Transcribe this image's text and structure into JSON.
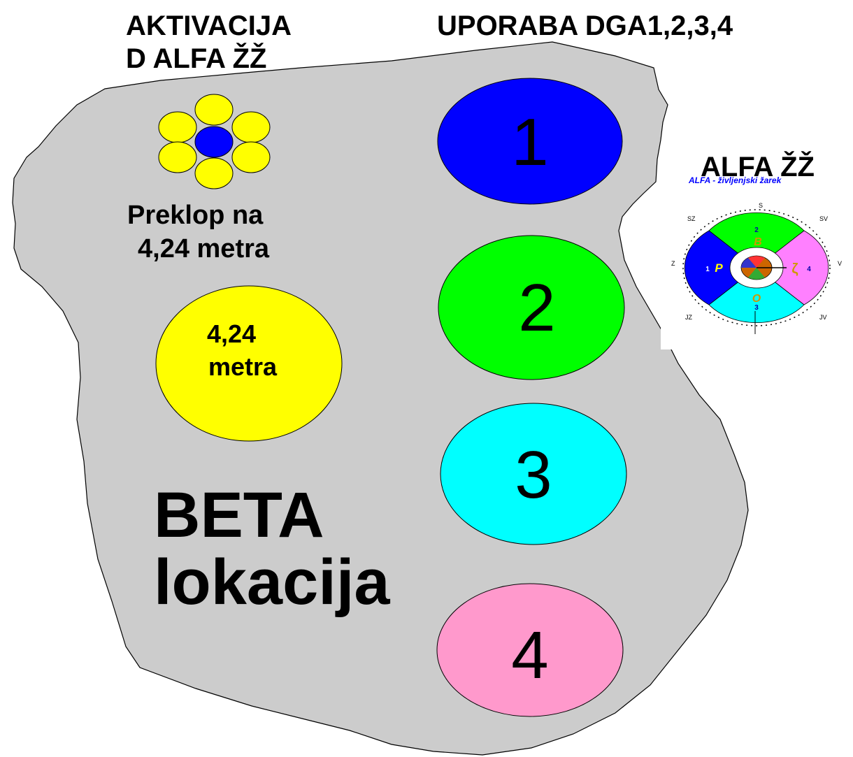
{
  "header": {
    "left_title_line1": "AKTIVACIJA",
    "left_title_line2": "D ALFA ŽŽ",
    "right_title": "UPORABA DGA1,2,3,4"
  },
  "flower": {
    "petal_color": "#ffff00",
    "center_color": "#0000ff"
  },
  "overlap": {
    "line1": "Preklop na",
    "line2": "4,24 metra"
  },
  "yellow_circle": {
    "line1": "4,24",
    "line2": "metra",
    "color": "#ffff00"
  },
  "main_label": {
    "line1": "BETA",
    "line2": "lokacija"
  },
  "region_color": "#cccccc",
  "circles": [
    {
      "label": "1",
      "color": "#0000ff"
    },
    {
      "label": "2",
      "color": "#00ff00"
    },
    {
      "label": "3",
      "color": "#00ffff"
    },
    {
      "label": "4",
      "color": "#ff99cc"
    }
  ],
  "alfa": {
    "title": "ALFA ŽŽ",
    "subtitle": "ALFA - življenjski žarek",
    "sector_top": "B",
    "sector_left": "P",
    "sector_right": "ζ",
    "sector_bottom": "O",
    "num_top": "2",
    "num_left": "1",
    "num_right": "4",
    "num_bottom": "3",
    "dir_n": "S",
    "dir_nw": "SZ",
    "dir_ne": "SV",
    "dir_w": "Z",
    "dir_e": "V",
    "dir_sw": "JZ",
    "dir_se": "JV",
    "colors": {
      "top": "#00ff00",
      "left": "#0000ff",
      "right": "#ff80ff",
      "bottom": "#00ffff"
    }
  }
}
